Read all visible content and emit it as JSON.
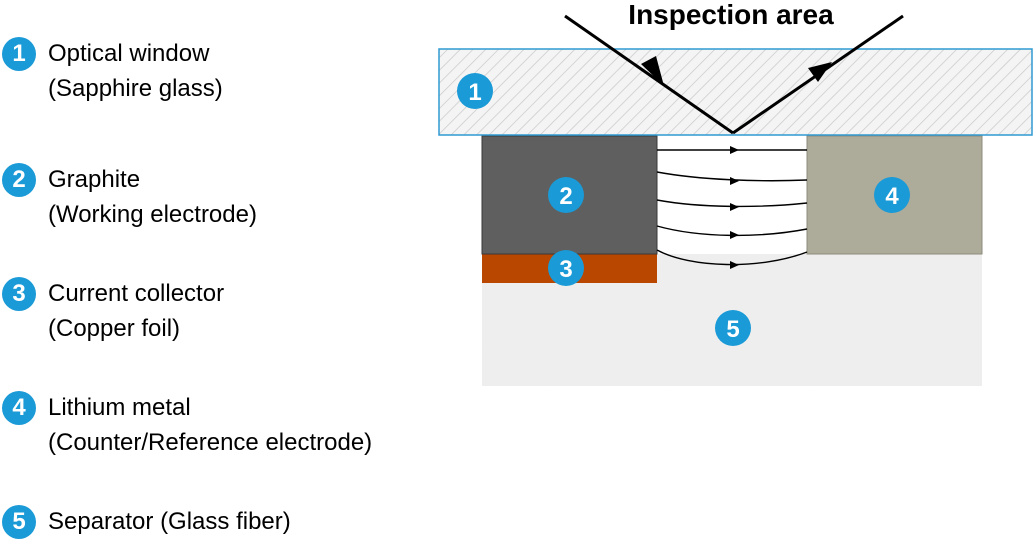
{
  "legend": [
    {
      "number": "1",
      "name": "Optical window",
      "detail": "(Sapphire glass)"
    },
    {
      "number": "2",
      "name": "Graphite",
      "detail": "(Working electrode)"
    },
    {
      "number": "3",
      "name": "Current collector",
      "detail": "(Copper foil)"
    },
    {
      "number": "4",
      "name": "Lithium metal",
      "detail": "(Counter/Reference electrode)"
    },
    {
      "number": "5",
      "name": "Separator (Glass fiber)",
      "detail": ""
    }
  ],
  "diagram": {
    "title": "Inspection area",
    "markers": [
      "1",
      "2",
      "3",
      "4",
      "5"
    ]
  },
  "colors": {
    "badge": "#1a9ad6",
    "window_fill": "#f4f4f4",
    "window_hatch": "#c8c8c8",
    "window_border": "#2e9ad2",
    "graphite": "#5f5f5f",
    "copper": "#b94700",
    "lithium": "#adab9a",
    "separator": "#ececec"
  }
}
